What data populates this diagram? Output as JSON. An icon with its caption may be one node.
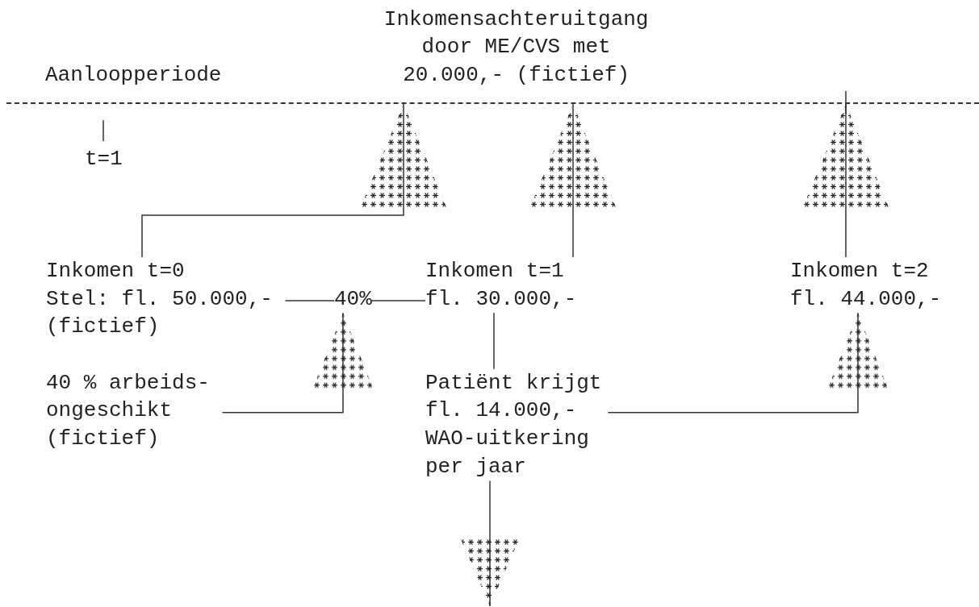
{
  "diagram": {
    "title": "Inkomensachteruitgang door ME/CVS met 20.000,- (fictief)",
    "nodes": [
      {
        "text": [],
        "shape": "bar"
      },
      {
        "text": [
          "Inkomen t=0",
          "Stel: fl. 50.000,-",
          "(fictief)"
        ]
      },
      {
        "text": [
          "40%"
        ]
      },
      {
        "text": [
          "Inkomen t=1",
          "fl. 30.000,-"
        ]
      },
      {
        "text": [
          "Inkomen t=2",
          "fl. 44.000,-"
        ]
      },
      {
        "text": [
          "40 % arbeids- ongeschikt (fictief)"
        ]
      },
      {
        "text": [
          "Patiënt krijgt fl. 14.000,- WAO-uitkering per jaar"
        ]
      }
    ],
    "edges": [
      {
        "from": 1,
        "to": 0,
        "arrow": "to"
      },
      {
        "from": 3,
        "to": 0,
        "arrow": "to"
      },
      {
        "from": 4,
        "to": 0,
        "arrow": "to"
      },
      {
        "from": 1,
        "to": 2,
        "arrow": "none"
      },
      {
        "from": 2,
        "to": 3,
        "arrow": "none"
      },
      {
        "from": 5,
        "to": 2,
        "arrow": "to"
      },
      {
        "from": 3,
        "to": 6,
        "arrow": "none"
      },
      {
        "from": 6,
        "to": 4,
        "arrow": "to"
      },
      {
        "from": 6,
        "to": null,
        "arrow": "to"
      }
    ],
    "labels": [
      "Aanloopperiode",
      "t=1"
    ]
  }
}
